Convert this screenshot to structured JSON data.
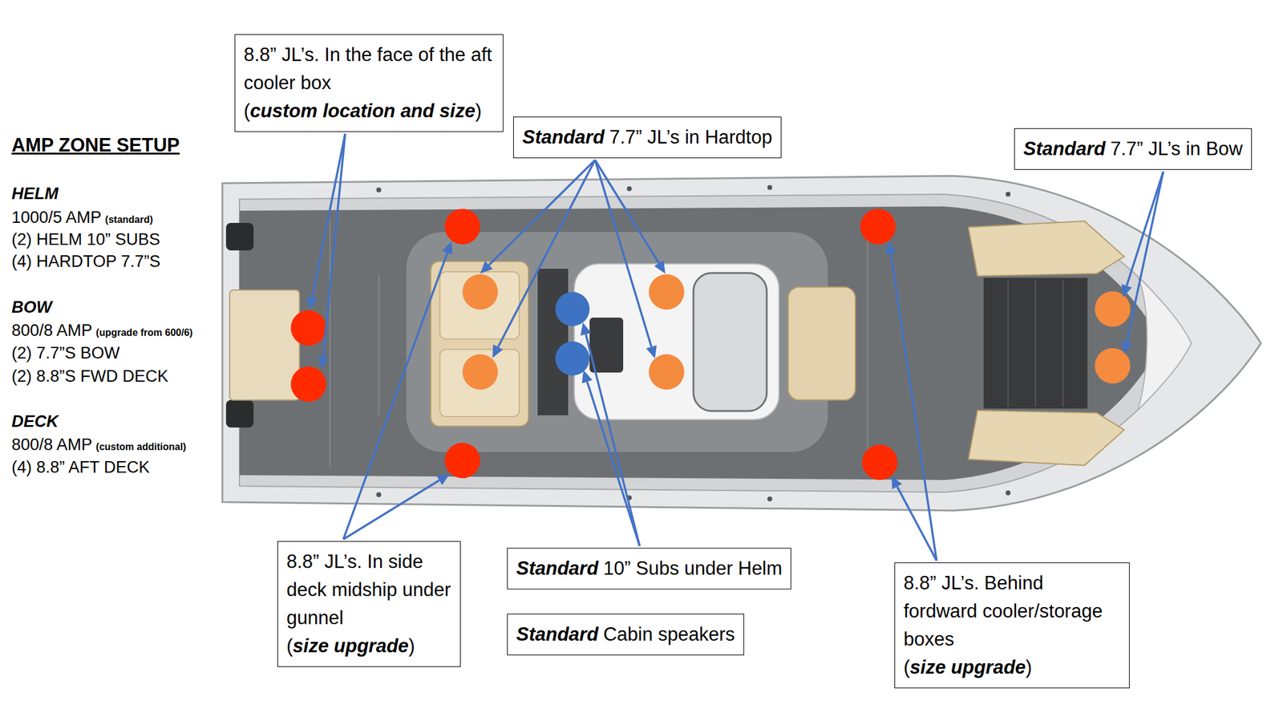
{
  "diagram": {
    "title": "AMP ZONE SETUP",
    "nodes": [
      {
        "text": [
          "8.8” JL’s. In the face of the aft cooler box",
          "(",
          "custom location and size",
          ")"
        ]
      },
      {
        "text": [
          "Standard",
          "7.7” JL’s in Hardtop"
        ]
      },
      {
        "text": [
          "Standard",
          "7.7” JL’s in Bow"
        ]
      },
      {
        "text": [
          "8.8” JL’s. In side deck midship under gunnel",
          "(",
          "size upgrade",
          ")"
        ]
      },
      {
        "text": [
          "Standard",
          "10” Subs under Helm"
        ]
      },
      {
        "text": [
          "Standard",
          "Cabin speakers"
        ]
      },
      {
        "text": [
          "8.8” JL’s. Behind fordward cooler/storage boxes",
          "(",
          "size upgrade",
          ")"
        ]
      }
    ],
    "labels": [
      "HELM",
      "1000/5 AMP",
      "(standard)",
      "(2) HELM 10” SUBS",
      "(4) HARDTOP 7.7”S",
      "BOW",
      "800/8 AMP",
      "(upgrade from 600/6)",
      "(2) 7.7”S BOW",
      "(2) 8.8”S FWD DECK",
      "DECK",
      "800/8 AMP",
      "(custom additional)",
      "(4) 8.8” AFT DECK"
    ]
  }
}
